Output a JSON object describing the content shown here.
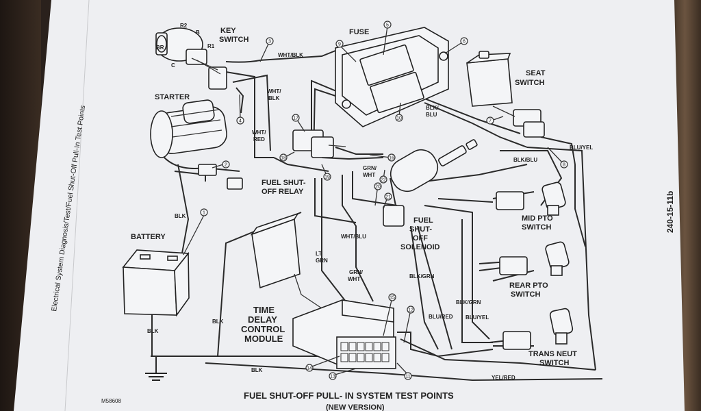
{
  "side_text": "Electrical System Diagnosis/Test/Fuel Shut-Off Pull-In Test Points",
  "page_code": "240-15-11b",
  "figure_code": "M58608",
  "caption": {
    "title": "FUEL SHUT-OFF PULL- IN SYSTEM TEST POINTS",
    "subtitle": "(NEW VERSION)"
  },
  "components": {
    "key_switch": [
      "KEY",
      "SWITCH"
    ],
    "key_terminals": [
      "BR",
      "R2",
      "B",
      "R1",
      "C"
    ],
    "fuse": "FUSE",
    "starter": "STARTER",
    "seat_switch": [
      "SEAT",
      "SWITCH"
    ],
    "battery": "BATTERY",
    "fuel_relay": [
      "FUEL SHUT-",
      "OFF RELAY"
    ],
    "fuel_solenoid": [
      "FUEL",
      "SHUT-",
      "OFF",
      "SOLENOID"
    ],
    "mid_pto": [
      "MID PTO",
      "SWITCH"
    ],
    "rear_pto": [
      "REAR PTO",
      "SWITCH"
    ],
    "trans_neut": [
      "TRANS NEUT",
      "SWITCH"
    ],
    "time_delay": [
      "TIME",
      "DELAY",
      "CONTROL",
      "MODULE"
    ]
  },
  "wire_labels": {
    "wht_blk_1": "WHT/BLK",
    "wht_blk_2": [
      "WHT/",
      "BLK"
    ],
    "wht_red": [
      "WHT/",
      "RED"
    ],
    "blk_blu_top": [
      "BLK/",
      "BLU"
    ],
    "blu_yel_right": "BLU/YEL",
    "blk_blu_mid": "BLK/BLU",
    "grn_wht_1": [
      "GRN/",
      "WHT"
    ],
    "blk_starter": "BLK",
    "wht_blu": "WHT/BLU",
    "lt_grn": [
      "LT",
      "GRN"
    ],
    "grn_wht_2": [
      "GRN/",
      "WHT"
    ],
    "blk_gr": "BLK/GRN",
    "blk_grn": "BLK/GRN",
    "blu_red": "BLU/RED",
    "blu_yel": "BLU/YEL",
    "blk_module": "BLK",
    "blk_battery": "BLK",
    "blk_bottom": "BLK",
    "yel_red": "YEL/RED"
  },
  "test_points": [
    "1",
    "2",
    "3",
    "4",
    "5",
    "6",
    "7",
    "8",
    "9",
    "10",
    "11",
    "12",
    "13",
    "14",
    "15",
    "16",
    "17",
    "18",
    "19",
    "20",
    "21",
    "22"
  ]
}
